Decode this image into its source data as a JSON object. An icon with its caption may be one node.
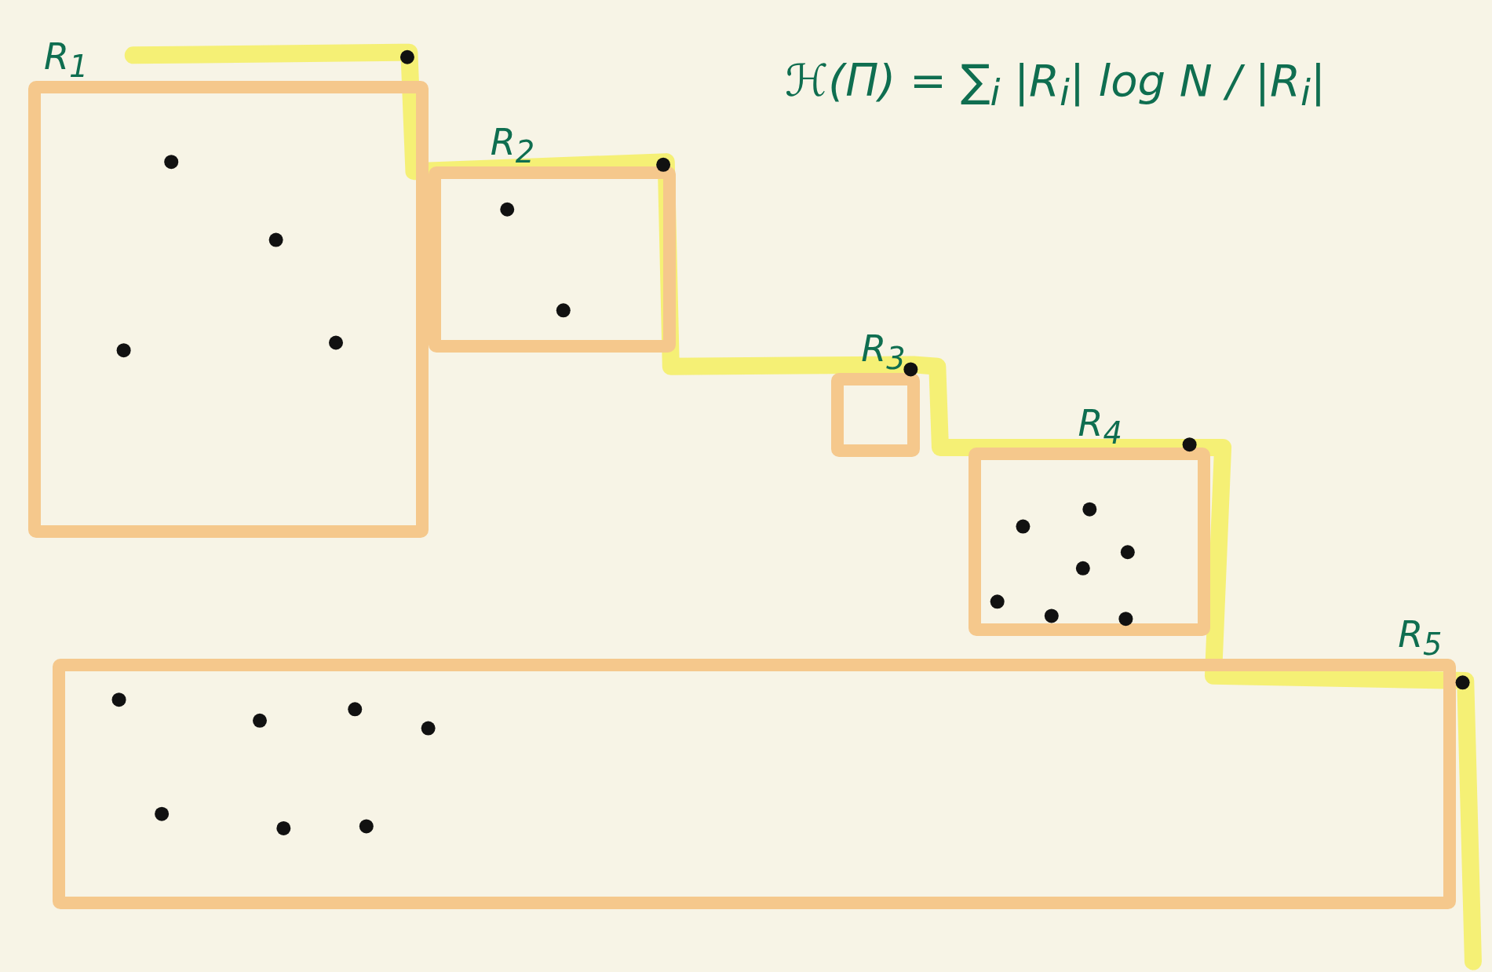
{
  "diagram": {
    "nodes": [
      {
        "text": [
          "R$_{1}$"
        ]
      },
      {
        "text": [
          "R$_{2}$"
        ]
      },
      {
        "text": [
          "R$_{3}$"
        ]
      },
      {
        "text": [
          "R$_{4}$"
        ]
      },
      {
        "text": [
          "R$_{5}$"
        ]
      }
    ],
    "labels": [
      "ℋ(Π) = ∑$_{i}$ |R$_{i}$| log N / |R$_{i}$|"
    ]
  }
}
